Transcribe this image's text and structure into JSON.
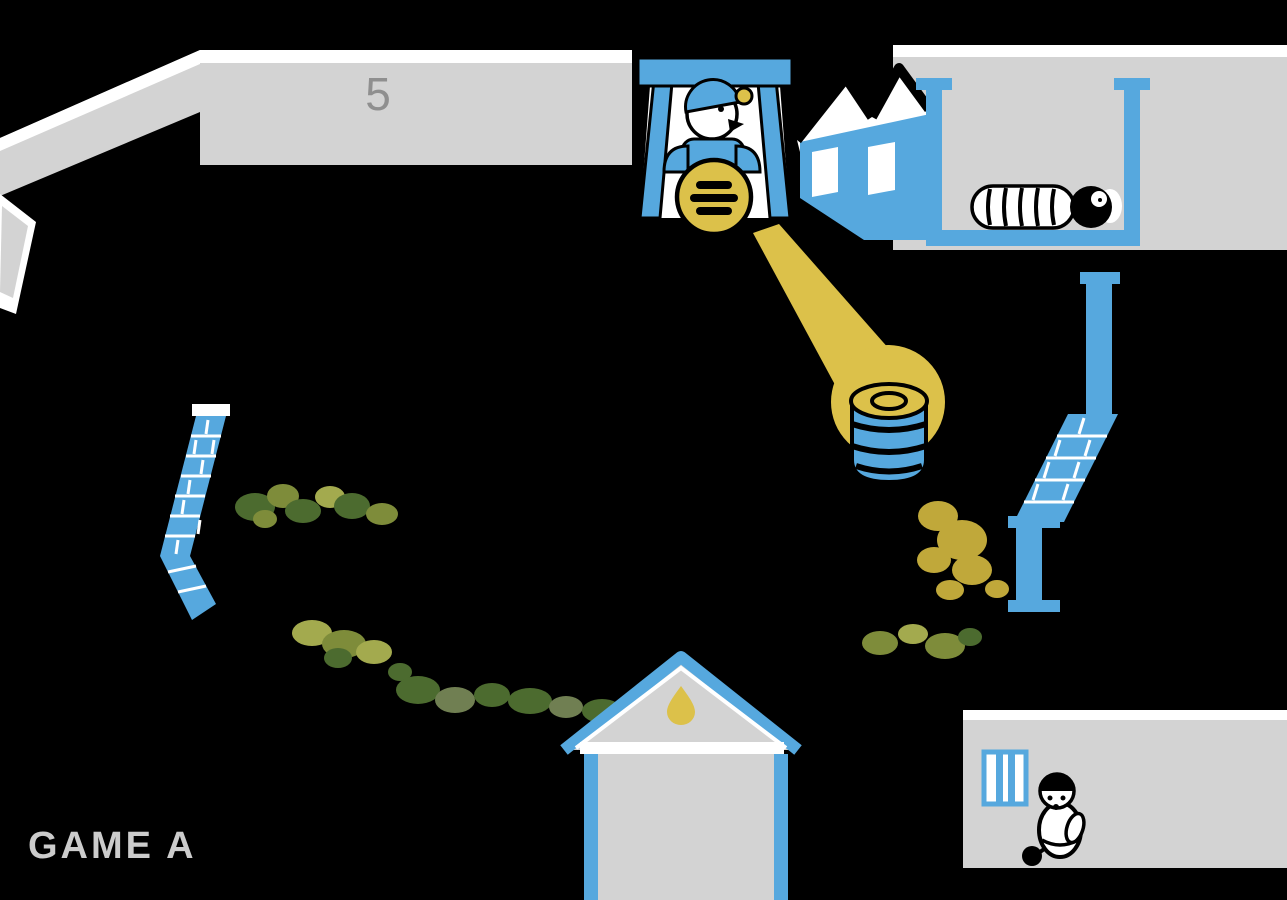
{
  "hud": {
    "score": "5",
    "mode_label": "GAME A"
  },
  "scene": {
    "description": "LCD handheld game screen with farmyard at night",
    "elements": [
      "perspective-wall",
      "score-panel",
      "tractor",
      "tractor-driver",
      "tractor-wheel",
      "farmhouse",
      "bedroom-panel",
      "bed",
      "sleeping-farmer",
      "headlight-beam",
      "barrel",
      "spill-splash",
      "drainpipe",
      "brick-wall",
      "bushes-upper",
      "bushes-middle",
      "bushes-right",
      "shed",
      "hanging-drop",
      "jail-panel",
      "jail-window",
      "prisoner"
    ]
  },
  "colors": {
    "background": "#000000",
    "panel": "#d3d3d3",
    "highlight": "#ffffff",
    "blue": "#56a8de",
    "yellow": "#dcc14a",
    "dark_yellow": "#c0a83a",
    "green_dark": "#4c6b2f",
    "green_olive": "#7e8c3a",
    "green_light": "#a3aa4e",
    "green_gray": "#707f52",
    "outline": "#000000",
    "score_text": "#8f8f8f",
    "label_text": "#cccccc"
  }
}
